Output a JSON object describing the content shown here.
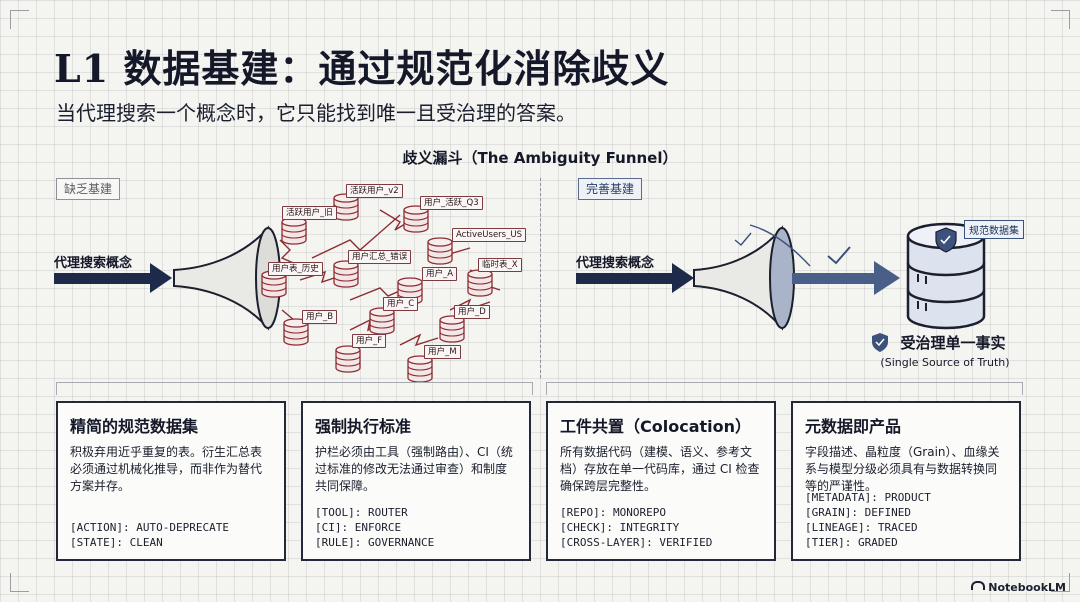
{
  "title": "L1 数据基建：通过规范化消除歧义",
  "subtitle": "当代理搜索一个概念时，它只能找到唯一且受治理的答案。",
  "diagram": {
    "funnel_title": "歧义漏斗（The Ambiguity Funnel）",
    "left": {
      "tag": "缺乏基建",
      "flow_label": "代理搜索概念",
      "db_labels": [
        "活跃用户_旧",
        "活跃用户_v2",
        "用户_活跃_Q3",
        "ActiveUsers_US",
        "用户表_历史",
        "用户汇总_错误",
        "用户_A",
        "临时表_X",
        "用户_C",
        "用户_B",
        "用户_D",
        "用户_F",
        "用户_M"
      ]
    },
    "right": {
      "tag": "完善基建",
      "flow_label": "代理搜索概念",
      "golden_label": "规范数据集",
      "ssot_cn": "受治理单一事实",
      "ssot_en": "(Single Source of Truth)"
    }
  },
  "cards": [
    {
      "title": "精简的规范数据集",
      "desc": "积极弃用近乎重复的表。衍生汇总表必须通过机械化推导，而非作为替代方案并存。",
      "code": [
        "[ACTION]: AUTO-DEPRECATE",
        "[STATE]: CLEAN"
      ]
    },
    {
      "title": "强制执行标准",
      "desc": "护栏必须由工具（强制路由）、CI（统过标准的修改无法通过审查）和制度共同保障。",
      "code": [
        "[TOOL]: ROUTER",
        "[CI]: ENFORCE",
        "[RULE]: GOVERNANCE"
      ]
    },
    {
      "title": "工件共置（Colocation）",
      "desc": "所有数据代码（建模、语义、参考文档）存放在单一代码库，通过 CI 检查确保跨层完整性。",
      "code": [
        "[REPO]: MONOREPO",
        "[CHECK]: INTEGRITY",
        "[CROSS-LAYER]: VERIFIED"
      ]
    },
    {
      "title": "元数据即产品",
      "desc": "字段描述、晶粒度（Grain）、血缘关系与模型分级必须具有与数据转换同等的严谨性。",
      "code": [
        "[METADATA]: PRODUCT",
        "[GRAIN]: DEFINED",
        "[LINEAGE]: TRACED",
        "[TIER]: GRADED"
      ]
    }
  ],
  "branding": "NotebookLM",
  "colors": {
    "ink": "#141828",
    "navy": "#1d2a4a",
    "chaos_red": "#8c2d32",
    "governed_blue": "#3c527c"
  },
  "icons": [
    "checkmark-icon",
    "shield-check-icon",
    "database-icon",
    "funnel-icon"
  ]
}
